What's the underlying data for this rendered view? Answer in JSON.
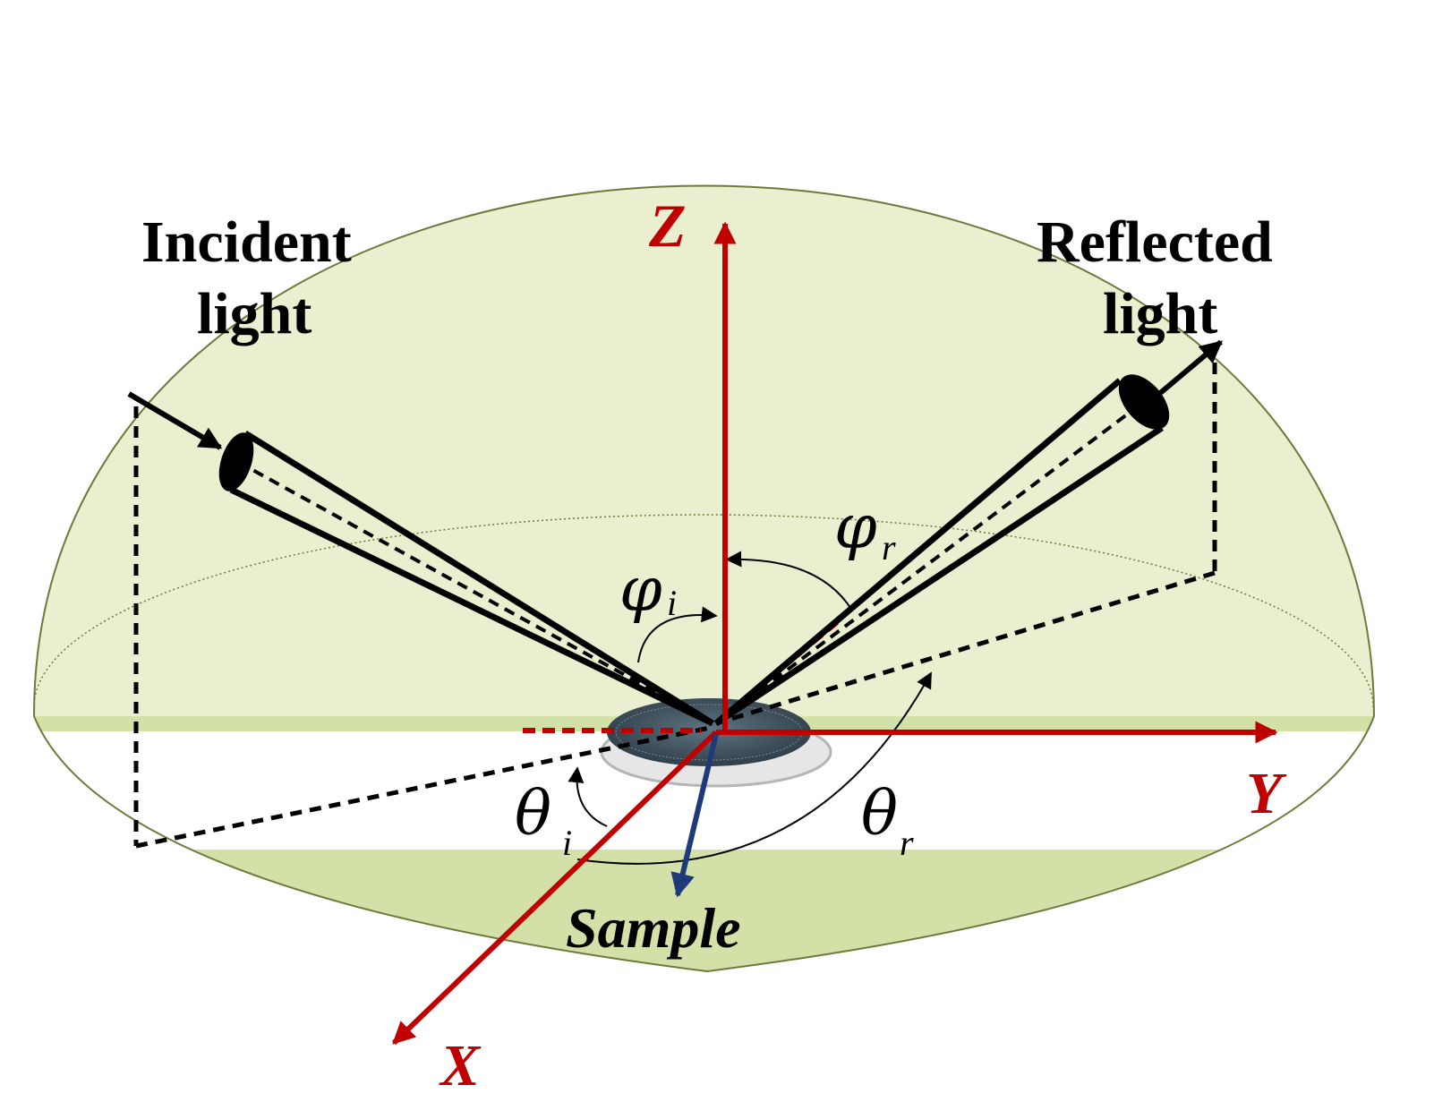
{
  "labels": {
    "incident_line1": "Incident",
    "incident_line2": "light",
    "reflected_line1": "Reflected",
    "reflected_line2": "light",
    "axis_z": "Z",
    "axis_y": "Y",
    "axis_x": "X",
    "sample": "Sample",
    "phi_i_symbol": "φ",
    "phi_i_sub": "i",
    "phi_r_symbol": "φ",
    "phi_r_sub": "r",
    "theta_i_symbol": "θ",
    "theta_i_sub": "i",
    "theta_r_symbol": "θ",
    "theta_r_sub": "r"
  },
  "colors": {
    "dome_fill": "#e9efcf",
    "dome_lower_fill": "#d3e0a8",
    "dome_outline": "#6b7a3a",
    "axis_red": "#c00000",
    "sample_arrow_blue": "#1f3a7a",
    "ink": "#000000"
  }
}
